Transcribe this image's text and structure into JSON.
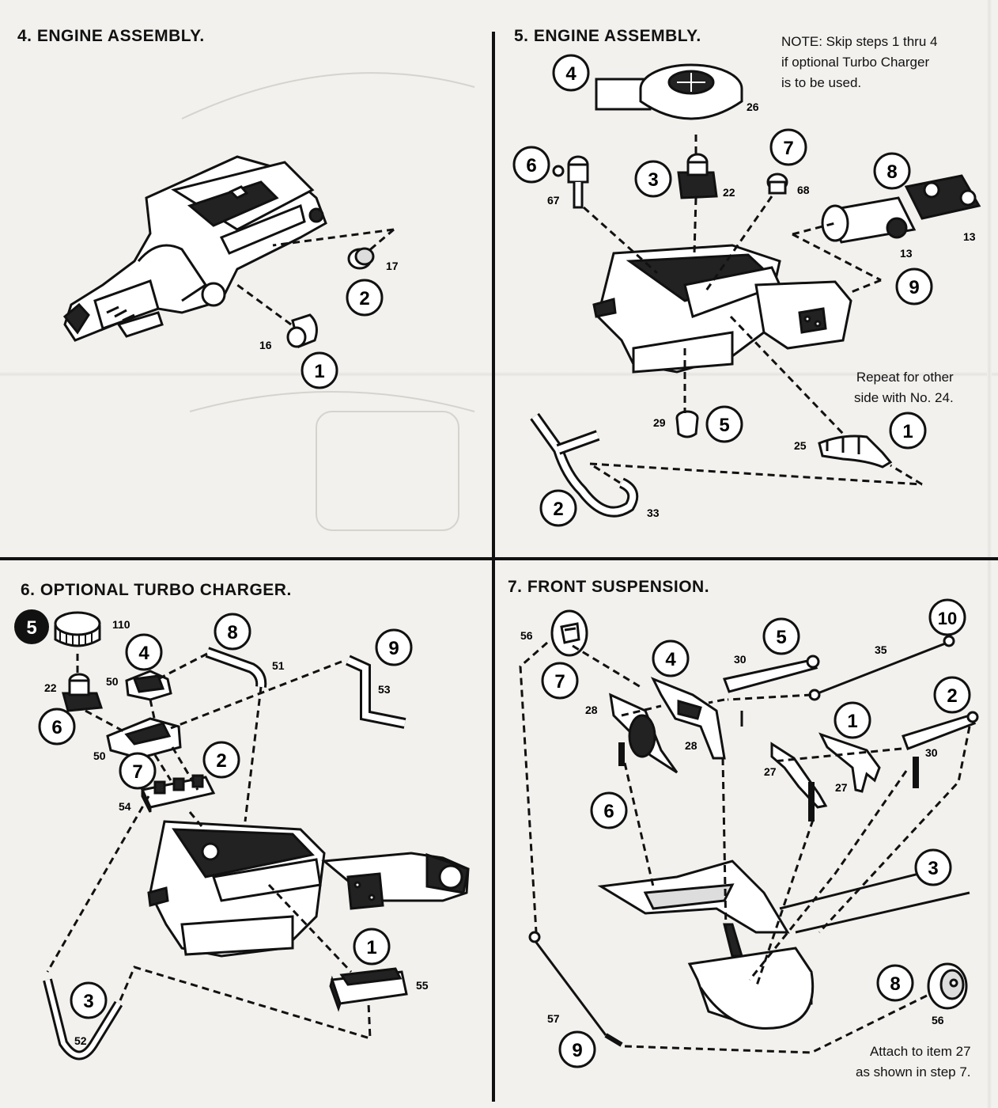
{
  "colors": {
    "ink": "#111111",
    "paper": "#f2f1ee",
    "ghost": "#cfccc6"
  },
  "panels": {
    "step4": {
      "title": "4. ENGINE ASSEMBLY.",
      "steps": [
        "1",
        "2"
      ],
      "parts": [
        "16",
        "17"
      ]
    },
    "step5": {
      "title": "5. ENGINE ASSEMBLY.",
      "note": "NOTE: Skip steps 1 thru 4\nif optional Turbo Charger\nis to be used.",
      "repeat_note": "Repeat for other\nside with No. 24.",
      "steps": [
        "4",
        "6",
        "3",
        "7",
        "8",
        "9",
        "5",
        "1",
        "2"
      ],
      "parts": [
        "26",
        "67",
        "22",
        "68",
        "13",
        "13",
        "29",
        "25",
        "33"
      ]
    },
    "step6": {
      "title": "6. OPTIONAL TURBO CHARGER.",
      "steps": [
        "5",
        "4",
        "8",
        "9",
        "6",
        "7",
        "2",
        "1",
        "3"
      ],
      "parts": [
        "110",
        "22",
        "50",
        "51",
        "53",
        "50",
        "54",
        "55",
        "52"
      ]
    },
    "step7": {
      "title": "7. FRONT SUSPENSION.",
      "attach_note": "Attach to item 27\nas shown in step 7.",
      "steps": [
        "7",
        "4",
        "5",
        "10",
        "2",
        "1",
        "6",
        "3",
        "8",
        "9"
      ],
      "parts": [
        "56",
        "30",
        "35",
        "28",
        "28",
        "27",
        "27",
        "30",
        "56",
        "57"
      ]
    }
  }
}
